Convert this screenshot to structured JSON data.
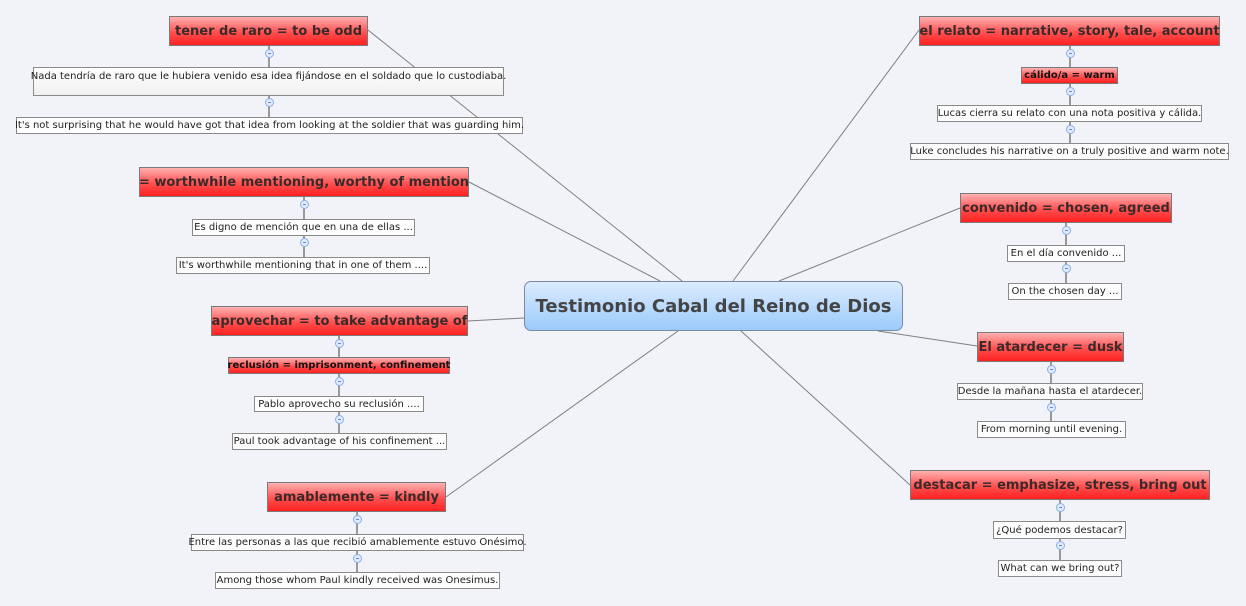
{
  "central": "Testimonio Cabal del Reino de Dios",
  "colors": {
    "topic": "#ff4040",
    "central": "#9ccafb",
    "background": "#f2f3f8"
  },
  "left": [
    {
      "title": "tener de raro  =   to be odd",
      "children": [
        "Nada tendría de raro que le hubiera venido esa idea fijándose en el soldado que lo custodiaba.",
        "It's not surprising that he would have got that idea from looking at the soldier that was guarding him."
      ]
    },
    {
      "title": "=  worthwhile mentioning, worthy of mention",
      "children": [
        "Es digno de mención que en una de ellas ...",
        "It's worthwhile mentioning that in one of them ...."
      ]
    },
    {
      "title": "aprovechar  =  to take advantage of",
      "subtopic": "reclusión  =  imprisonment, confinement",
      "children": [
        "Pablo aprovecho su reclusión ....",
        "Paul took advantage of his confinement ..."
      ]
    },
    {
      "title": "amablemente  =   kindly",
      "children": [
        "Entre las personas a las que recibió amablemente estuvo Onésimo.",
        "Among those whom Paul kindly received was Onesimus."
      ]
    }
  ],
  "right": [
    {
      "title": "el relato   =   narrative, story, tale, account",
      "subtopic": "cálido/a = warm",
      "children": [
        "Lucas cierra su relato con una nota positiva y cálida.",
        "Luke concludes his narrative on a truly positive and warm note."
      ]
    },
    {
      "title": "convenido   = chosen, agreed",
      "children": [
        "En el día convenido ...",
        "On the chosen day ..."
      ]
    },
    {
      "title": "El atardecer = dusk",
      "children": [
        "Desde la mañana hasta el atardecer.",
        "From morning until evening."
      ]
    },
    {
      "title": "destacar   =   emphasize, stress, bring out",
      "children": [
        "¿Qué podemos destacar?",
        "What can we bring out?"
      ]
    }
  ]
}
